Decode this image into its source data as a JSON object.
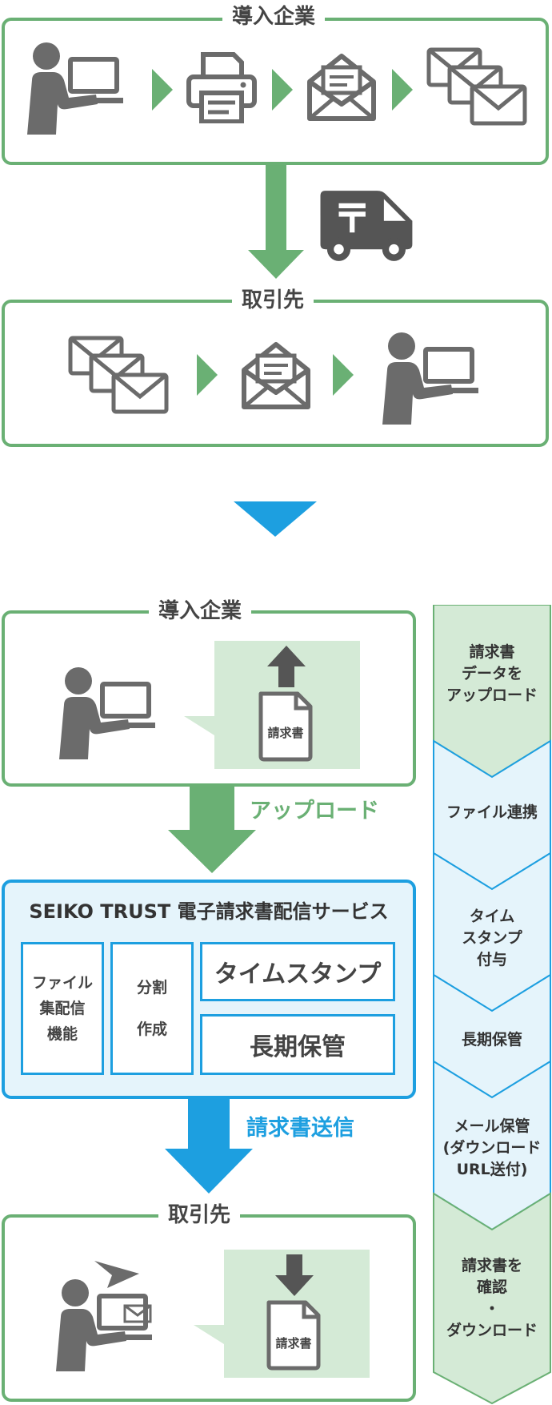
{
  "before": {
    "company_title": "導入企業",
    "partner_title": "取引先"
  },
  "after": {
    "company_title": "導入企業",
    "doc_label_upload": "請求書",
    "upload_label": "アップロード",
    "service": {
      "title": "SEIKO TRUST 電子請求書配信サービス",
      "cells": [
        "ファイル\n集配信\n機能",
        "分割\n作成",
        "タイムスタンプ",
        "長期保管"
      ]
    },
    "send_label": "請求書送信",
    "partner_title": "取引先",
    "doc_label_download": "請求書"
  },
  "steps": [
    "請求書\nデータを\nアップロード",
    "ファイル連携",
    "タイム\nスタンプ\n付与",
    "長期保管",
    "メール保管\n(ダウンロード\nURL送付)",
    "請求書を\n確認\n・\nダウンロード"
  ],
  "colors": {
    "green": "#6ab074",
    "light_green": "#d4ead6",
    "blue": "#1d9fe0",
    "light_blue": "#e5f4fb",
    "gray": "#6b6b6b"
  }
}
